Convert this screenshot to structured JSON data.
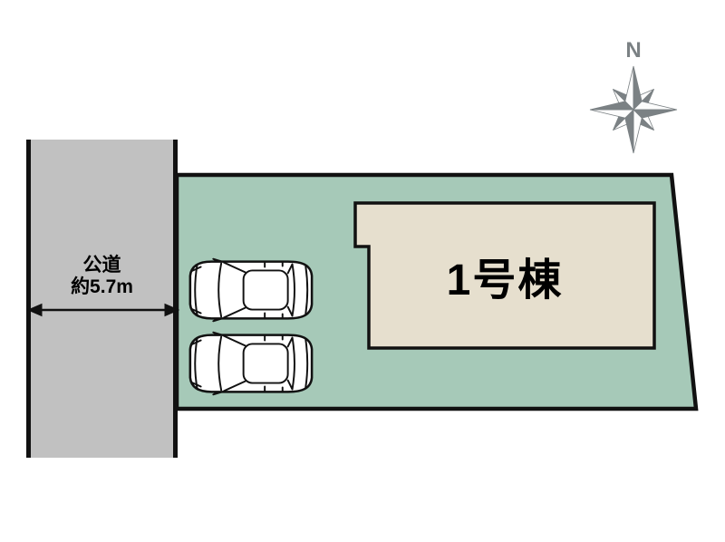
{
  "scene": {
    "type": "residential-site-plan"
  },
  "road": {
    "name_label": "公道",
    "width_label": "約5.7m"
  },
  "building": {
    "label": "1号棟"
  },
  "compass": {
    "label": "N"
  },
  "parking": {
    "car_count": 2
  },
  "colors": {
    "background": "#ffffff",
    "road_fill": "#c1c1c1",
    "plot_fill": "#a6c9b8",
    "building_fill": "#e6dfce",
    "outline": "#111111",
    "compass_dark": "#7b8184",
    "compass_light": "#fcfcfc",
    "text": "#000000"
  }
}
